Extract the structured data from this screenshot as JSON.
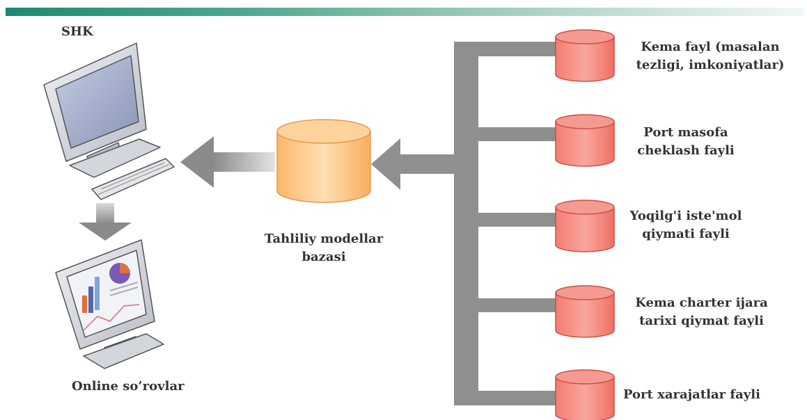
{
  "labels": {
    "dss": "SHK",
    "online": "Online so’rovlar",
    "modelbase": "Tahliliy modellar\nbazasi"
  },
  "files": [
    "Kema fayl (masalan\ntezligi, imkoniyatlar)",
    "Port masofa\ncheklash fayli",
    "Yoqilg'i iste'mol\nqiymati fayli",
    "Kema charter ijara\ntarixi qiymat fayli",
    "Port xarajatlar fayli"
  ],
  "colors": {
    "header_bar": "#1c8a73",
    "file_db": "#f38f86",
    "model_db": "#fdc98a",
    "connector": "#8f8f8f"
  },
  "icons": [
    "computer-icon",
    "analytics-screen-icon",
    "database-icon"
  ]
}
